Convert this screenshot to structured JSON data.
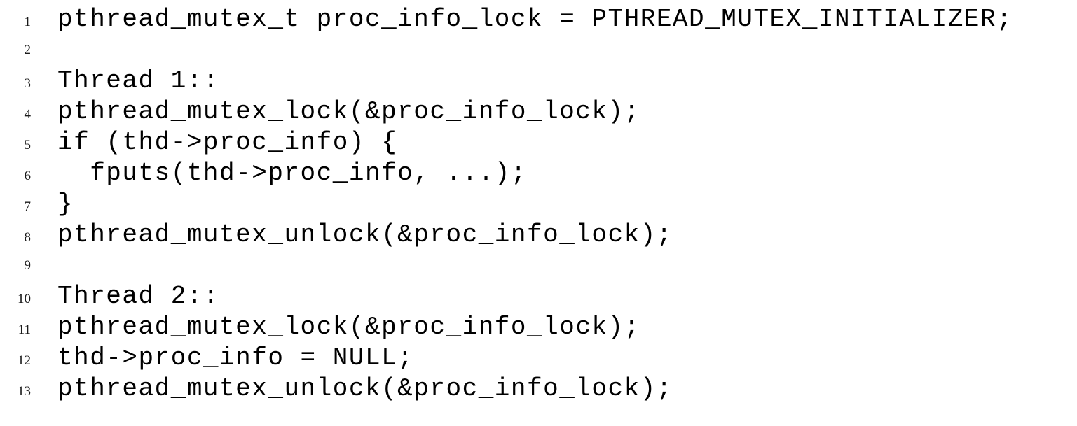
{
  "listing": {
    "language": "c",
    "lines": [
      {
        "number": "1",
        "code": "pthread_mutex_t proc_info_lock = PTHREAD_MUTEX_INITIALIZER;"
      },
      {
        "number": "2",
        "code": ""
      },
      {
        "number": "3",
        "code": "Thread 1::"
      },
      {
        "number": "4",
        "code": "pthread_mutex_lock(&proc_info_lock);"
      },
      {
        "number": "5",
        "code": "if (thd->proc_info) {"
      },
      {
        "number": "6",
        "code": "  fputs(thd->proc_info, ...);"
      },
      {
        "number": "7",
        "code": "}"
      },
      {
        "number": "8",
        "code": "pthread_mutex_unlock(&proc_info_lock);"
      },
      {
        "number": "9",
        "code": ""
      },
      {
        "number": "10",
        "code": "Thread 2::"
      },
      {
        "number": "11",
        "code": "pthread_mutex_lock(&proc_info_lock);"
      },
      {
        "number": "12",
        "code": "thd->proc_info = NULL;"
      },
      {
        "number": "13",
        "code": "pthread_mutex_unlock(&proc_info_lock);"
      }
    ]
  }
}
